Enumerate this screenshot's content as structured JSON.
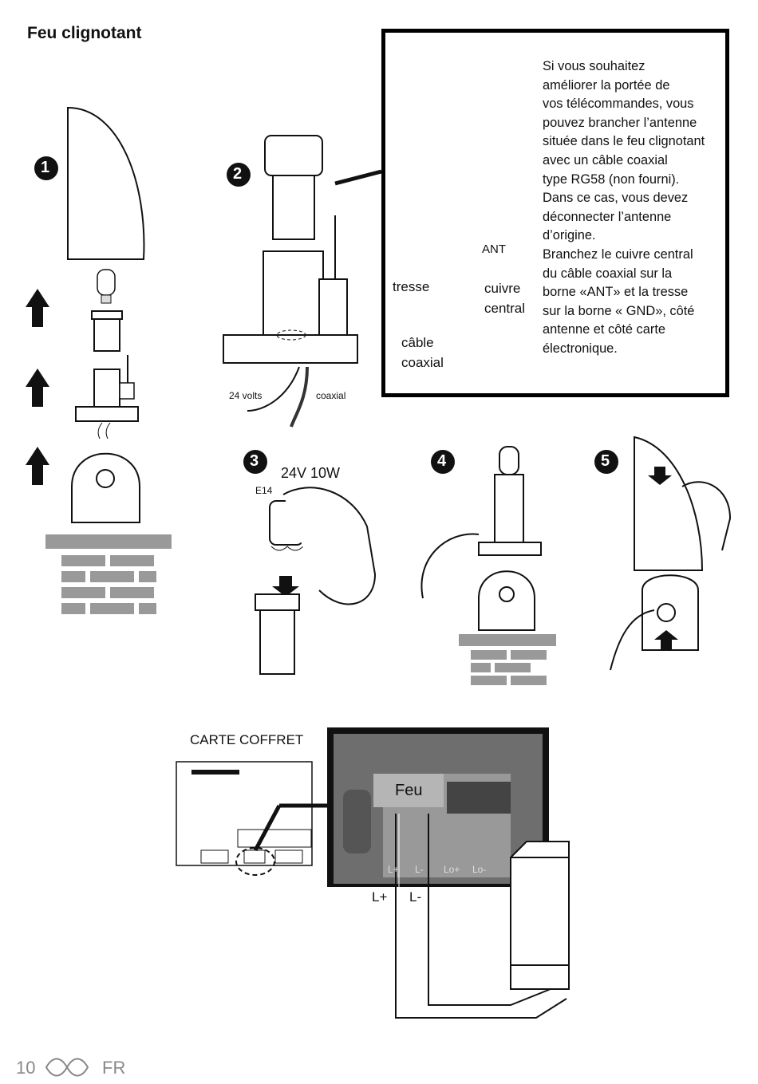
{
  "page": {
    "title": "Feu clignotant",
    "page_number": "10",
    "language": "FR"
  },
  "steps": [
    "1",
    "2",
    "3",
    "4",
    "5"
  ],
  "antenna_box": {
    "description": "Si vous souhaitez\naméliorer la portée de\nvos télécommandes, vous\npouvez brancher l’antenne\nsituée dans le feu clignotant\navec un câble coaxial\ntype RG58 (non fourni).\nDans ce cas, vous devez\ndéconnecter l’antenne\nd’origine.\nBranchez le cuivre central\ndu câble coaxial sur la\nborne «ANT» et la tresse\nsur la borne « GND», côté\nantenne et côté carte\nélectronique.",
    "labels": {
      "ant": "ANT",
      "tresse": "tresse",
      "cuivre": "cuivre",
      "central": "central",
      "cable": "câble",
      "coaxial": "coaxial"
    }
  },
  "step2": {
    "wire_24v": "24 volts",
    "wire_coax": "coaxial"
  },
  "step3": {
    "bulb_spec": "24V 10W",
    "socket": "E14"
  },
  "board": {
    "title": "CARTE COFFRET",
    "terminal_label": "Feu",
    "terminal_marks": [
      "L+",
      "L-",
      "Lo+",
      "Lo-"
    ],
    "wire_plus": "L+",
    "wire_minus": "L-"
  }
}
